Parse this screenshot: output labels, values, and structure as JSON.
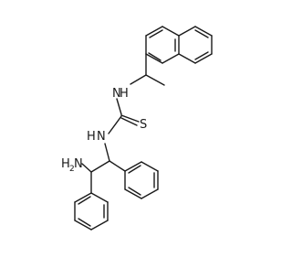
{
  "molecule": {
    "atom_labels": {
      "nh_top": "N",
      "nh_top_h": "H",
      "nh_left": "N",
      "nh_left_h": "H",
      "sulfur": "S",
      "amine_h2": "H",
      "amine_sub": "2",
      "amine_n": "N"
    }
  }
}
